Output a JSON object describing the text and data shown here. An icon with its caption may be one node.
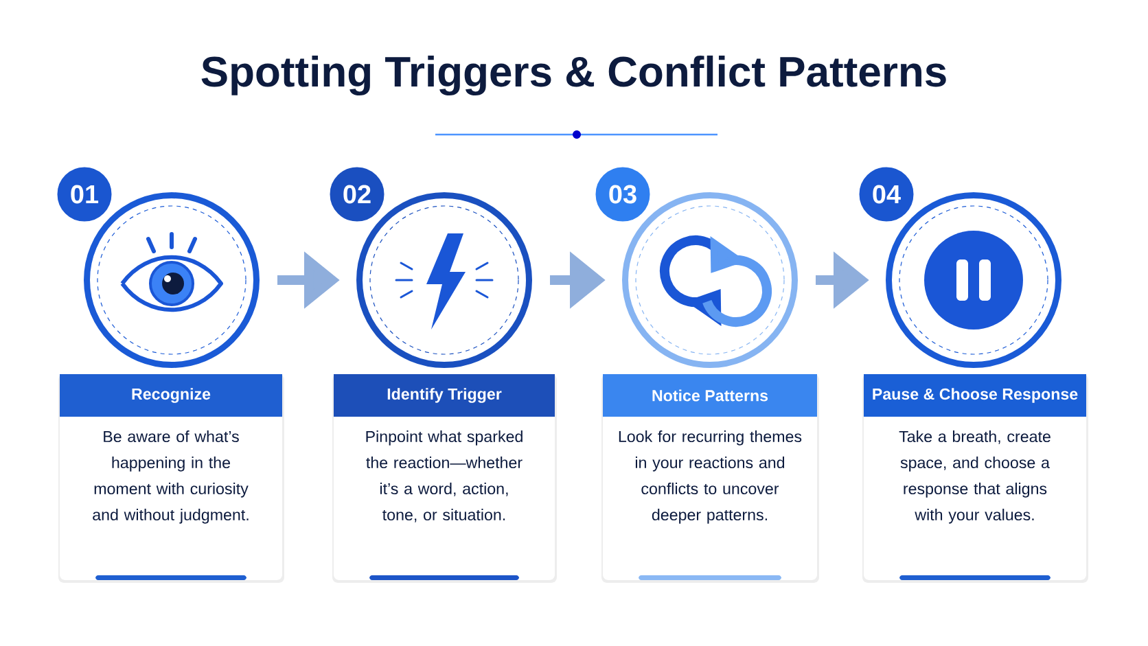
{
  "diagram": {
    "title": "Spotting Triggers & Conflict Patterns",
    "nodes": [
      {
        "text": [
          "01"
        ]
      },
      {
        "text": [],
        "shape": "circle"
      },
      {
        "text": [
          "Recognize",
          "Be aware of what’s happening in the moment with curiosity and without judgment."
        ]
      },
      {
        "text": [
          "02"
        ]
      },
      {
        "text": [],
        "shape": "circle"
      },
      {
        "text": [
          "Identify Trigger",
          "Pinpoint what sparked the reaction—whether it’s a word, action, tone, or situation."
        ]
      },
      {
        "text": [
          "03"
        ]
      },
      {
        "text": [],
        "shape": "circle"
      },
      {
        "text": [
          "Notice Patterns",
          "Look for recurring themes in your reactions and conflicts to uncover deeper patterns."
        ]
      },
      {
        "text": [
          "04"
        ]
      },
      {
        "text": [],
        "shape": "circle"
      },
      {
        "text": [
          "Pause & Choose Response",
          "Take a breath, create space, and choose a response that aligns with your values."
        ]
      }
    ],
    "edges": [
      {
        "from": 1,
        "to": 4,
        "arrow": "to"
      },
      {
        "from": 4,
        "to": 7,
        "arrow": "to"
      },
      {
        "from": 7,
        "to": 10,
        "arrow": "to"
      }
    ]
  }
}
